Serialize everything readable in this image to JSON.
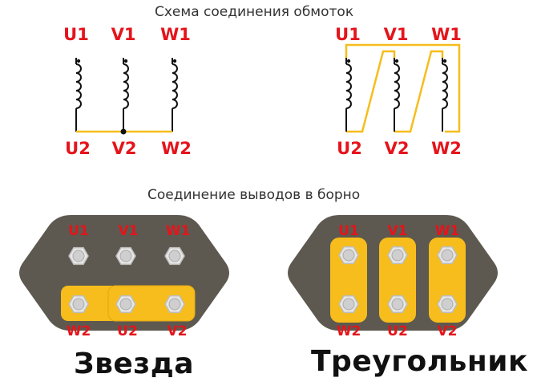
{
  "titles": {
    "windings": "Схема соединения обмоток",
    "terminals": "Соединение выводов в борно"
  },
  "captions": {
    "star": "Звезда",
    "delta": "Треугольник"
  },
  "star_scheme": {
    "top": [
      "U1",
      "V1",
      "W1"
    ],
    "bottom": [
      "U2",
      "V2",
      "W2"
    ]
  },
  "delta_scheme": {
    "top": [
      "U1",
      "V1",
      "W1"
    ],
    "bottom": [
      "U2",
      "V2",
      "W2"
    ]
  },
  "star_box": {
    "top": [
      "U1",
      "V1",
      "W1"
    ],
    "bottom": [
      "W2",
      "U2",
      "V2"
    ]
  },
  "delta_box": {
    "top": [
      "U1",
      "V1",
      "W1"
    ],
    "bottom": [
      "W2",
      "U2",
      "V2"
    ]
  },
  "colors": {
    "label": "#e5141b",
    "link": "#f6bd1c",
    "body": "#5d5950",
    "wire": "#111111",
    "bolt": "#dcdcdc"
  }
}
